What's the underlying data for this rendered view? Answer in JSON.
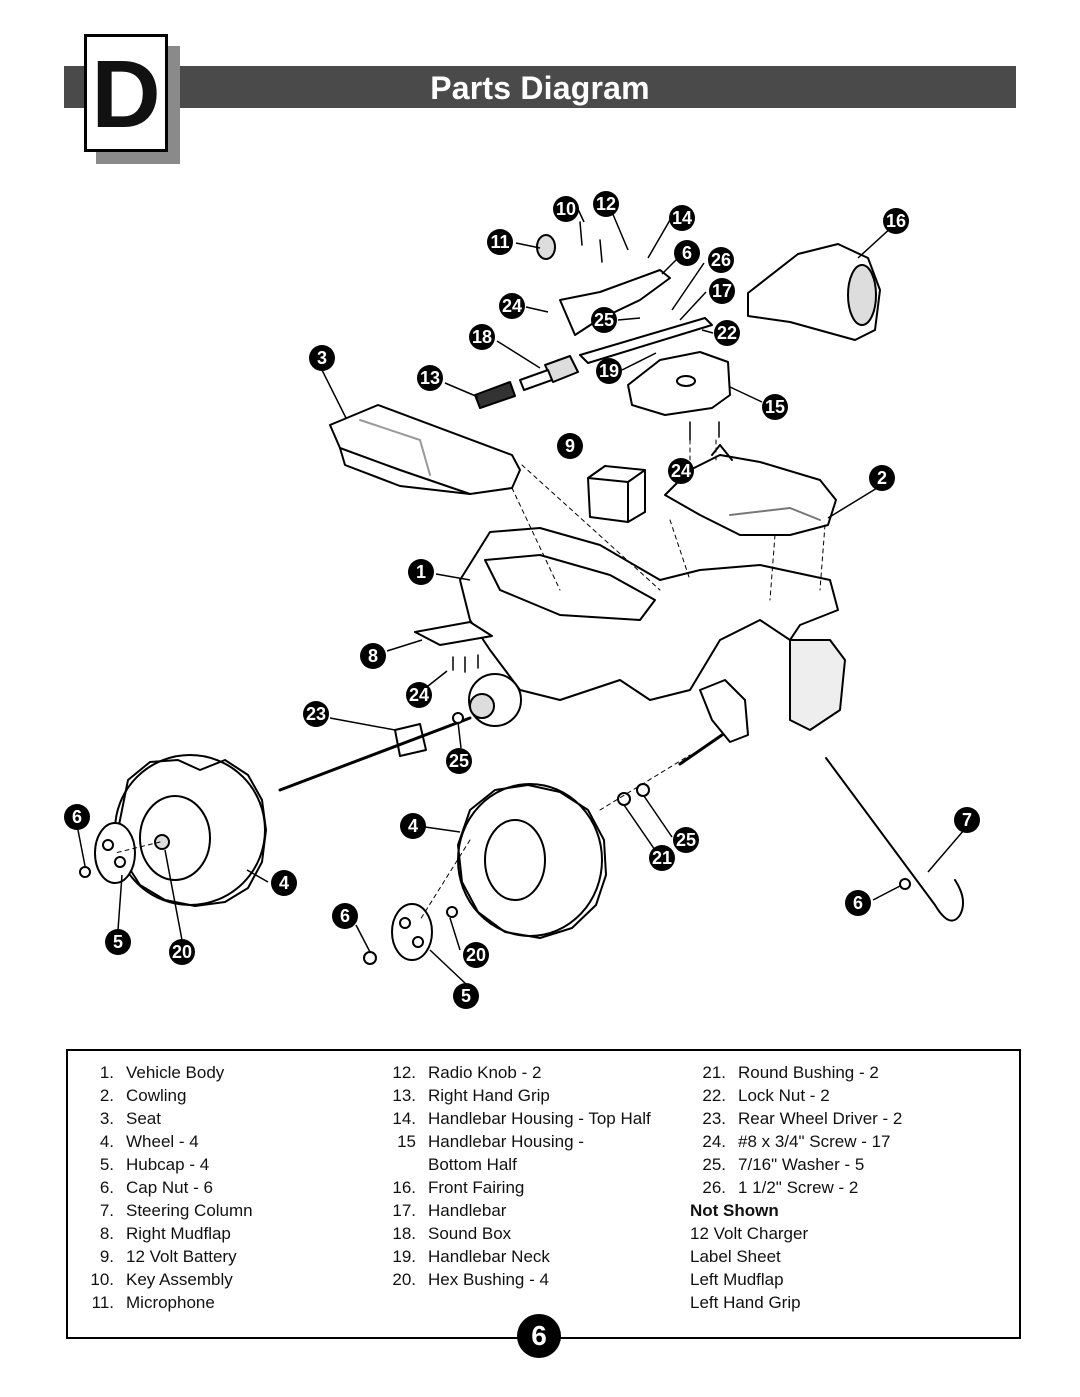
{
  "header": {
    "section_letter": "D",
    "title": "Parts Diagram"
  },
  "callouts": [
    "10",
    "12",
    "14",
    "16",
    "11",
    "6",
    "26",
    "17",
    "24",
    "25",
    "22",
    "18",
    "3",
    "13",
    "19",
    "15",
    "9",
    "24",
    "2",
    "1",
    "8",
    "24",
    "23",
    "25",
    "6",
    "4",
    "7",
    "25",
    "21",
    "4",
    "6",
    "6",
    "5",
    "20",
    "20",
    "5"
  ],
  "parts": {
    "col1": [
      {
        "num": "1.",
        "label": "Vehicle Body"
      },
      {
        "num": "2.",
        "label": "Cowling"
      },
      {
        "num": "3.",
        "label": "Seat"
      },
      {
        "num": "4.",
        "label": "Wheel - 4"
      },
      {
        "num": "5.",
        "label": "Hubcap - 4"
      },
      {
        "num": "6.",
        "label": "Cap Nut - 6"
      },
      {
        "num": "7.",
        "label": "Steering Column"
      },
      {
        "num": "8.",
        "label": "Right Mudflap"
      },
      {
        "num": "9.",
        "label": "12 Volt Battery"
      },
      {
        "num": "10.",
        "label": "Key Assembly"
      },
      {
        "num": "11.",
        "label": "Microphone"
      }
    ],
    "col2": [
      {
        "num": "12.",
        "label": "Radio Knob - 2"
      },
      {
        "num": "13.",
        "label": "Right Hand Grip"
      },
      {
        "num": "14.",
        "label": "Handlebar Housing - Top Half"
      },
      {
        "num": "15",
        "label": "Handlebar Housing -"
      },
      {
        "num": "",
        "label": "Bottom Half"
      },
      {
        "num": "16.",
        "label": "Front Fairing"
      },
      {
        "num": "17.",
        "label": "Handlebar"
      },
      {
        "num": "18.",
        "label": "Sound Box"
      },
      {
        "num": "19.",
        "label": "Handlebar Neck"
      },
      {
        "num": "20.",
        "label": "Hex Bushing - 4"
      }
    ],
    "col3": [
      {
        "num": "21.",
        "label": "Round Bushing - 2"
      },
      {
        "num": "22.",
        "label": "Lock Nut - 2"
      },
      {
        "num": "23.",
        "label": "Rear Wheel Driver - 2"
      },
      {
        "num": "24.",
        "label": "#8 x 3/4\" Screw - 17"
      },
      {
        "num": "25.",
        "label": "7/16\" Washer - 5"
      },
      {
        "num": "26.",
        "label": "1 1/2\" Screw - 2"
      }
    ],
    "not_shown_heading": "Not Shown",
    "not_shown": [
      "12 Volt Charger",
      "Label Sheet",
      "Left Mudflap",
      "Left Hand Grip"
    ]
  },
  "page_number": "6"
}
